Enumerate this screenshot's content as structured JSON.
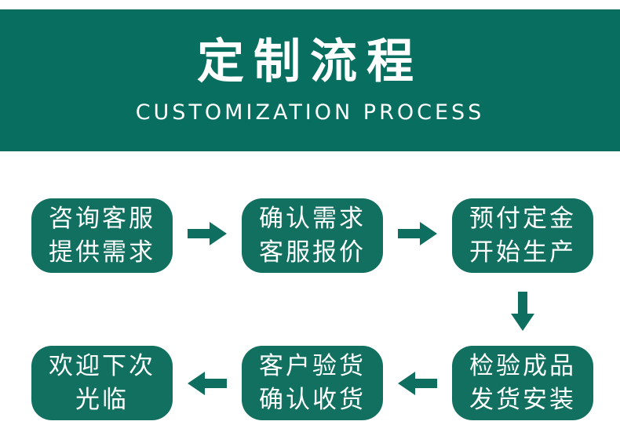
{
  "banner": {
    "title": "定制流程",
    "subtitle": "CUSTOMIZATION PROCESS",
    "background_color": "#076e60",
    "text_color": "#ffffff"
  },
  "flow": {
    "box_color": "#11705f",
    "box_text_color": "#ffffff",
    "arrow_color": "#0e6e5f",
    "rows": [
      {
        "direction": "right",
        "cells": [
          {
            "line1": "咨询客服",
            "line2": "提供需求"
          },
          {
            "line1": "确认需求",
            "line2": "客服报价"
          },
          {
            "line1": "预付定金",
            "line2": "开始生产"
          }
        ]
      },
      {
        "direction": "left",
        "cells": [
          {
            "line1": "欢迎下次",
            "line2": "光临"
          },
          {
            "line1": "客户验货",
            "line2": "确认收货"
          },
          {
            "line1": "检验成品",
            "line2": "发货安装"
          }
        ]
      }
    ]
  }
}
